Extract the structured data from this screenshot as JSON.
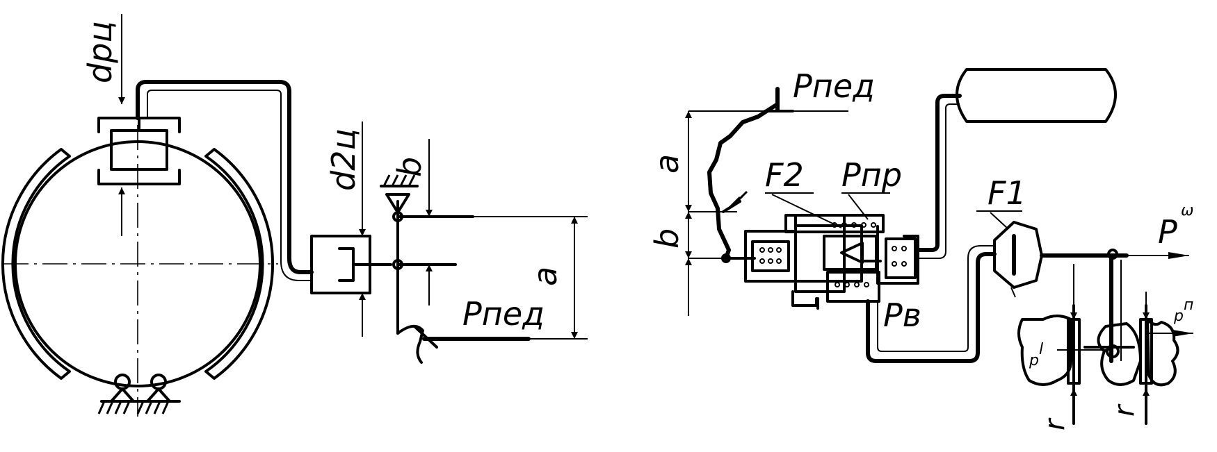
{
  "labels": {
    "drc": "dрц",
    "d2c": "d2ц",
    "b_left": "b",
    "a_left": "a",
    "ped_left": "Pпед",
    "ped_right": "Pпед",
    "a_right": "a",
    "b_right": "b",
    "f2": "F2",
    "pnp": "Pпр",
    "pv": "Pв",
    "f1": "F1",
    "p_omega": "P",
    "p_omega_sup": "ω",
    "p_n": "p",
    "p_n_sup": "п",
    "p_l": "p",
    "p_l_sup": "l",
    "r_left": "r",
    "r_right": "r"
  }
}
